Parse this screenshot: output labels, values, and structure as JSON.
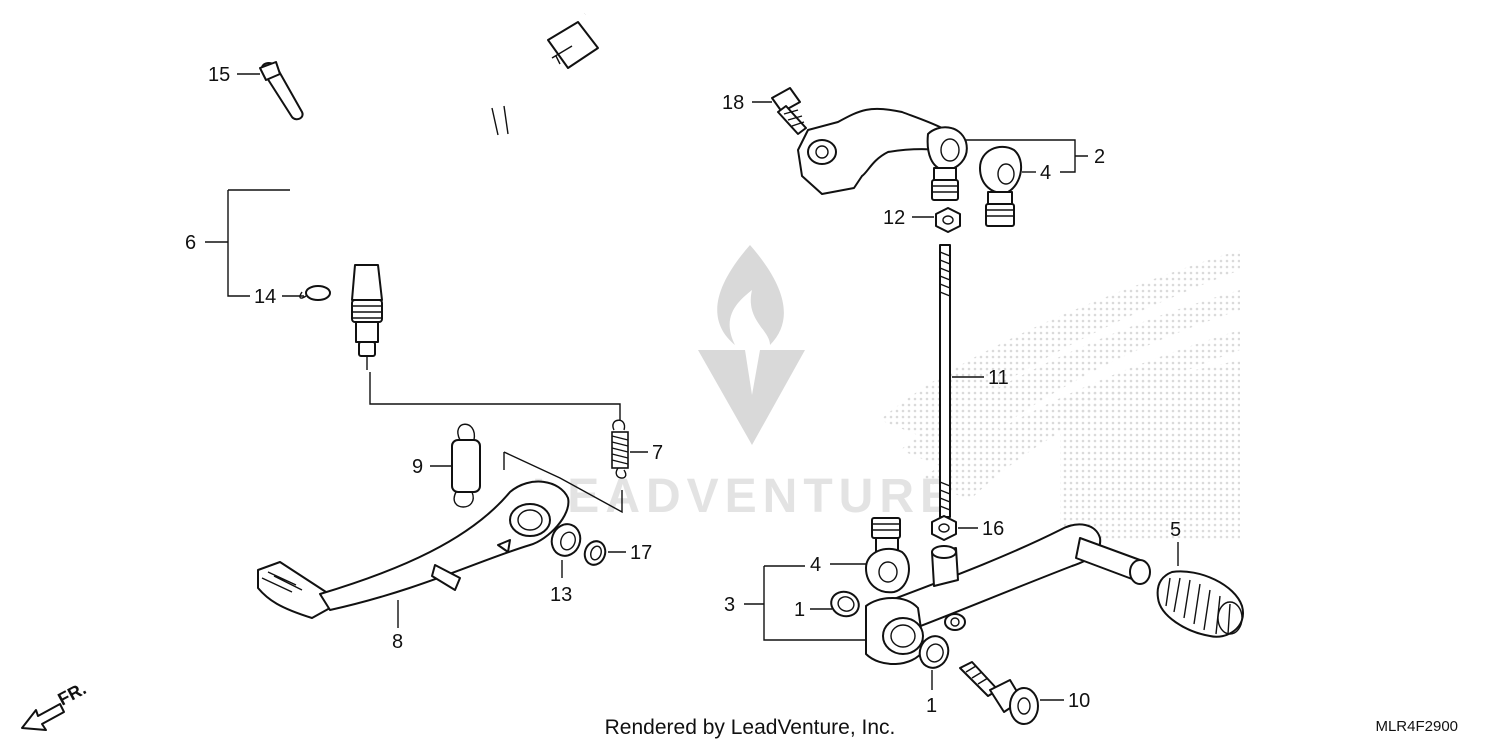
{
  "labels": {
    "l1a": "1",
    "l1b": "1",
    "l2": "2",
    "l3": "3",
    "l4a": "4",
    "l4b": "4",
    "l5": "5",
    "l6": "6",
    "l7": "7",
    "l8": "8",
    "l9": "9",
    "l10": "10",
    "l11": "11",
    "l12": "12",
    "l13": "13",
    "l14": "14",
    "l15": "15",
    "l16": "16",
    "l17": "17",
    "l18": "18"
  },
  "direction_label": "FR.",
  "watermark_text": "LEADVENTURE",
  "footer": "Rendered by LeadVenture, Inc.",
  "diagram_code": "MLR4F2900"
}
